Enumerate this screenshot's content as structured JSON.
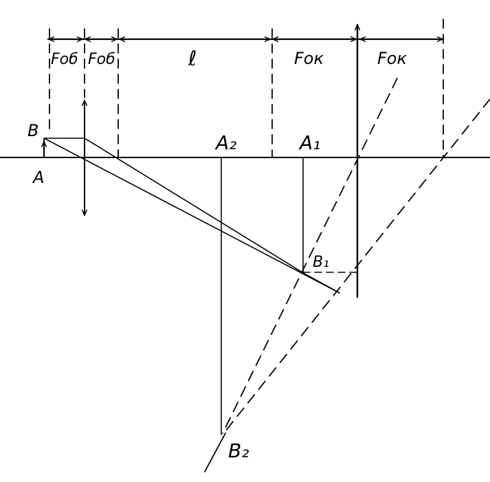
{
  "labels": {
    "f_ob_left": "Fоб",
    "f_ob_right": "Fоб",
    "l": "ℓ",
    "f_ok_left": "Fок",
    "f_ok_right": "Fок",
    "point_b": "B",
    "point_a": "A",
    "point_a2": "A₂",
    "point_a1": "A₁",
    "point_b1": "B₁",
    "point_b2": "B₂"
  }
}
